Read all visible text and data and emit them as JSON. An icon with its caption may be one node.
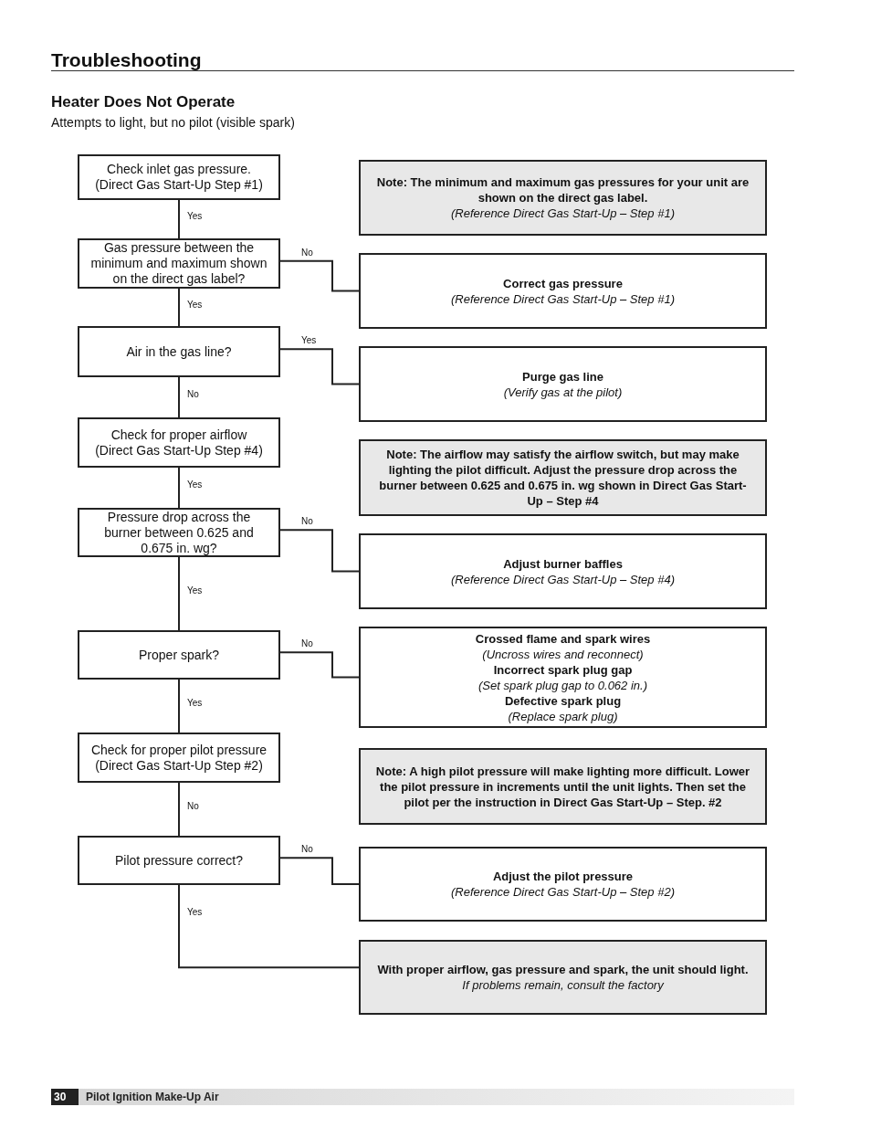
{
  "diagram": {
    "title": "Troubleshooting",
    "nodes": [
      {
        "text": [
          "Check inlet gas pressure.",
          "(Direct Gas Start-Up Step #1)"
        ]
      },
      {
        "text": [
          "Note: The minimum and maximum gas pressures for your unit are shown on the direct gas label.",
          "(Reference Direct Gas Start-Up – Step #1)"
        ]
      },
      {
        "text": [
          "Gas pressure between the minimum and maximum shown on the direct gas label?"
        ]
      },
      {
        "text": [
          "Correct gas pressure",
          "(Reference Direct Gas Start-Up – Step #1)"
        ]
      },
      {
        "text": [
          "Air in the gas line?"
        ]
      },
      {
        "text": [
          "Purge gas line",
          "(Verify gas at the pilot)"
        ]
      },
      {
        "text": [
          "Check for proper airflow",
          "(Direct Gas Start-Up Step #4)"
        ]
      },
      {
        "text": [
          "Note: The airflow may satisfy the airflow switch, but may make lighting the pilot difficult. Adjust the pressure drop across the burner between 0.625 and 0.675 in. wg shown in Direct Gas Start-Up – Step #4"
        ]
      },
      {
        "text": [
          "Pressure drop across the burner between 0.625 and 0.675 in. wg?"
        ]
      },
      {
        "text": [
          "Adjust burner baffles",
          "(Reference Direct Gas Start-Up – Step #4)"
        ]
      },
      {
        "text": [
          "Proper spark?"
        ]
      },
      {
        "text": [
          "Crossed flame and spark wires",
          "(Uncross wires and reconnect)",
          "Incorrect spark plug gap",
          "(Set spark plug gap to 0.062 in.)",
          "Defective spark plug",
          "(Replace spark plug)"
        ]
      },
      {
        "text": [
          "Check for proper pilot pressure",
          "(Direct Gas Start-Up Step #2)"
        ]
      },
      {
        "text": [
          "Note: A high pilot pressure will make lighting more difficult. Lower the pilot pressure in increments until the unit lights. Then set the pilot per the instruction in Direct Gas Start-Up – Step. #2"
        ]
      },
      {
        "text": [
          "Pilot pressure correct?"
        ]
      },
      {
        "text": [
          "Adjust the pilot pressure",
          "(Reference Direct Gas Start-Up – Step #2)"
        ]
      },
      {
        "text": [
          "With proper airflow, gas pressure and spark, the unit should light.",
          "If problems remain, consult the factory"
        ]
      }
    ],
    "edges": [
      {
        "from": 0,
        "to": 2,
        "arrow": "none",
        "label": "Yes"
      },
      {
        "from": 2,
        "to": 3,
        "arrow": "none",
        "label": "No"
      },
      {
        "from": 2,
        "to": 4,
        "arrow": "none",
        "label": "Yes"
      },
      {
        "from": 4,
        "to": 5,
        "arrow": "none",
        "label": "Yes"
      },
      {
        "from": 4,
        "to": 6,
        "arrow": "none",
        "label": "No"
      },
      {
        "from": 6,
        "to": 8,
        "arrow": "none",
        "label": "Yes"
      },
      {
        "from": 8,
        "to": 9,
        "arrow": "none",
        "label": "No"
      },
      {
        "from": 8,
        "to": 10,
        "arrow": "none",
        "label": "Yes"
      },
      {
        "from": 10,
        "to": 11,
        "arrow": "none",
        "label": "No"
      },
      {
        "from": 10,
        "to": 12,
        "arrow": "none",
        "label": "Yes"
      },
      {
        "from": 12,
        "to": 14,
        "arrow": "none",
        "label": "No"
      },
      {
        "from": 14,
        "to": 15,
        "arrow": "none",
        "label": "No"
      },
      {
        "from": 14,
        "to": 16,
        "arrow": "none",
        "label": "Yes"
      }
    ],
    "labels": [
      "Heater Does Not Operate",
      "Attempts to light, but no pilot (visible spark)",
      "30",
      "Pilot Ignition Make-Up Air"
    ]
  }
}
